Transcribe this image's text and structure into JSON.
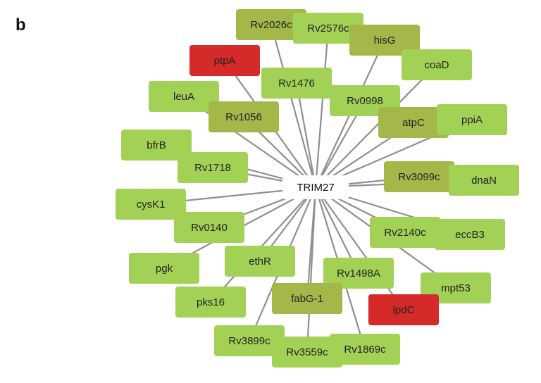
{
  "panel_label": "b",
  "network": {
    "hub": "TRIM27",
    "colors": {
      "edge": "#8f8f8f",
      "low": "#a3d155",
      "mid": "#a4b84a",
      "high": "#d42a2a"
    },
    "targets": [
      {
        "label": "Rv2026c",
        "level": "mid"
      },
      {
        "label": "Rv2576c",
        "level": "low"
      },
      {
        "label": "hisG",
        "level": "mid"
      },
      {
        "label": "coaD",
        "level": "low"
      },
      {
        "label": "ptpA",
        "level": "high"
      },
      {
        "label": "Rv1476",
        "level": "low"
      },
      {
        "label": "Rv0998",
        "level": "low"
      },
      {
        "label": "leuA",
        "level": "low"
      },
      {
        "label": "Rv1056",
        "level": "mid"
      },
      {
        "label": "atpC",
        "level": "mid"
      },
      {
        "label": "ppiA",
        "level": "low"
      },
      {
        "label": "bfrB",
        "level": "low"
      },
      {
        "label": "Rv1718",
        "level": "low"
      },
      {
        "label": "Rv3099c",
        "level": "mid"
      },
      {
        "label": "dnaN",
        "level": "low"
      },
      {
        "label": "cysK1",
        "level": "low"
      },
      {
        "label": "Rv0140",
        "level": "low"
      },
      {
        "label": "Rv2140c",
        "level": "low"
      },
      {
        "label": "eccB3",
        "level": "low"
      },
      {
        "label": "pgk",
        "level": "low"
      },
      {
        "label": "ethR",
        "level": "low"
      },
      {
        "label": "Rv1498A",
        "level": "low"
      },
      {
        "label": "mpt53",
        "level": "low"
      },
      {
        "label": "pks16",
        "level": "low"
      },
      {
        "label": "fabG-1",
        "level": "mid"
      },
      {
        "label": "lpdC",
        "level": "high"
      },
      {
        "label": "Rv3899c",
        "level": "low"
      },
      {
        "label": "Rv3559c",
        "level": "low"
      },
      {
        "label": "Rv1869c",
        "level": "low"
      }
    ]
  }
}
